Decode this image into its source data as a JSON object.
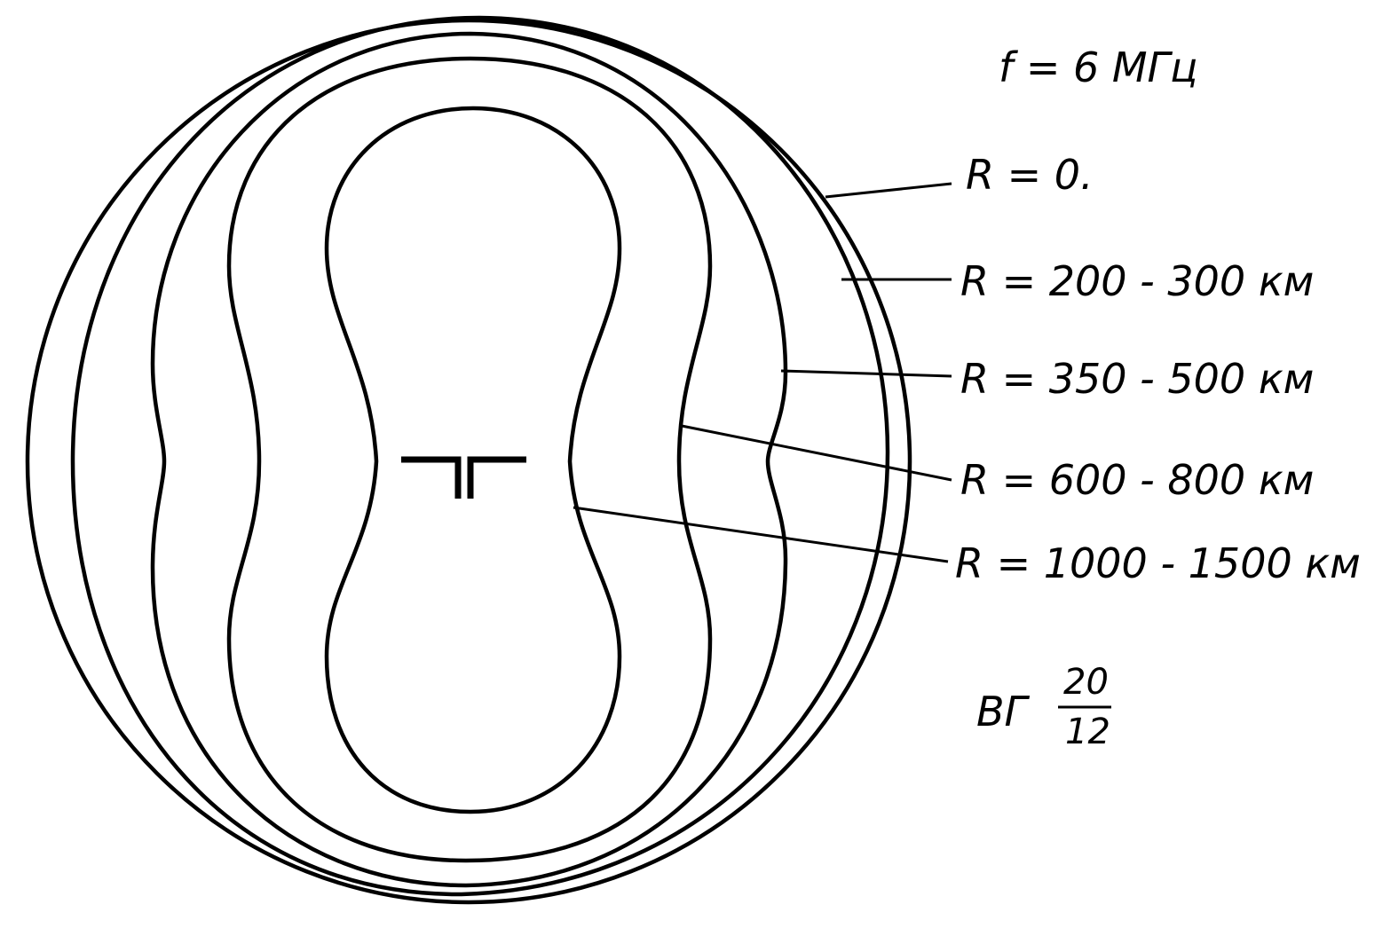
{
  "frequency": "f = 6 МГц",
  "contours": [
    {
      "label": "R = 0."
    },
    {
      "label": "R = 200 - 300 км"
    },
    {
      "label": "R = 350 - 500 км"
    },
    {
      "label": "R = 600 - 800 км"
    },
    {
      "label": "R = 1000 - 1500 км"
    }
  ],
  "antenna": {
    "prefix": "ВГ",
    "numerator": "20",
    "denominator": "12",
    "symbol": "dipole-antenna-icon"
  },
  "colors": {
    "ink": "#000000",
    "paper": "#ffffff"
  }
}
